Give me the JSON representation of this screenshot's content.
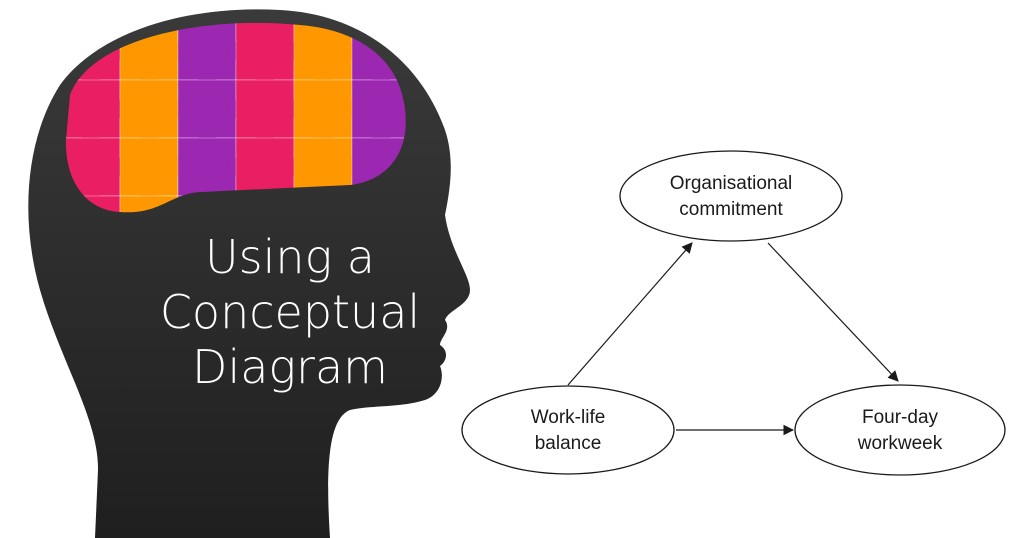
{
  "head": {
    "title_lines": [
      "Using a",
      "Conceptual",
      "Diagram"
    ],
    "silhouette_color": "#2b2b2b",
    "puzzle_colors": [
      "#e91e63",
      "#8bc34a",
      "#ffc107",
      "#03a9f4",
      "#ff9800",
      "#e53935",
      "#4caf50",
      "#009688",
      "#9c27b0",
      "#cddc39",
      "#f44336",
      "#00bcd4"
    ]
  },
  "diagram": {
    "nodes": [
      {
        "id": "organisational-commitment",
        "lines": [
          "Organisational",
          "commitment"
        ]
      },
      {
        "id": "work-life-balance",
        "lines": [
          "Work-life",
          "balance"
        ]
      },
      {
        "id": "four-day-workweek",
        "lines": [
          "Four-day",
          "workweek"
        ]
      }
    ],
    "edges": [
      {
        "from": "work-life-balance",
        "to": "organisational-commitment"
      },
      {
        "from": "organisational-commitment",
        "to": "four-day-workweek"
      },
      {
        "from": "work-life-balance",
        "to": "four-day-workweek"
      }
    ]
  }
}
